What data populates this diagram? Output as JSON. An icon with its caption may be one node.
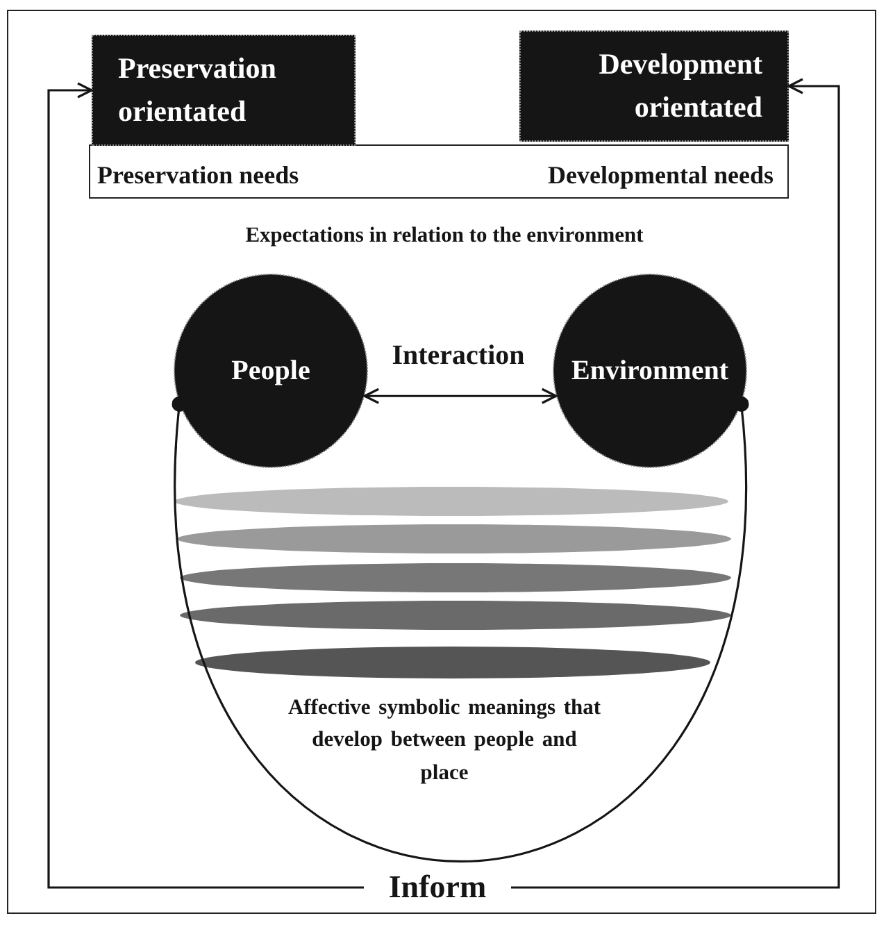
{
  "diagram": {
    "nodes": [
      {
        "text": [
          "Preservation orientated"
        ]
      },
      {
        "text": [
          "Development orientated"
        ]
      },
      {
        "text": [
          "People"
        ]
      },
      {
        "text": [
          "Environment"
        ]
      },
      {
        "text": [],
        "shape": "ellipse"
      },
      {
        "text": [],
        "shape": "ellipse"
      },
      {
        "text": [],
        "shape": "ellipse"
      },
      {
        "text": [],
        "shape": "ellipse"
      },
      {
        "text": [],
        "shape": "ellipse"
      },
      {
        "text": [
          "Inform"
        ]
      }
    ],
    "edges": [
      {
        "from": 2,
        "to": 3,
        "arrow": "both",
        "label": "Interaction"
      },
      {
        "from": 2,
        "to": 3,
        "arrow": "other"
      },
      {
        "from": 9,
        "to": 0,
        "arrow": "to"
      },
      {
        "from": 9,
        "to": 1,
        "arrow": "to"
      }
    ],
    "labels": [
      "Preservation needs",
      "Developmental needs",
      "Expectations in relation to the environment",
      "Affective symbolic meanings that develop between people and place"
    ]
  }
}
